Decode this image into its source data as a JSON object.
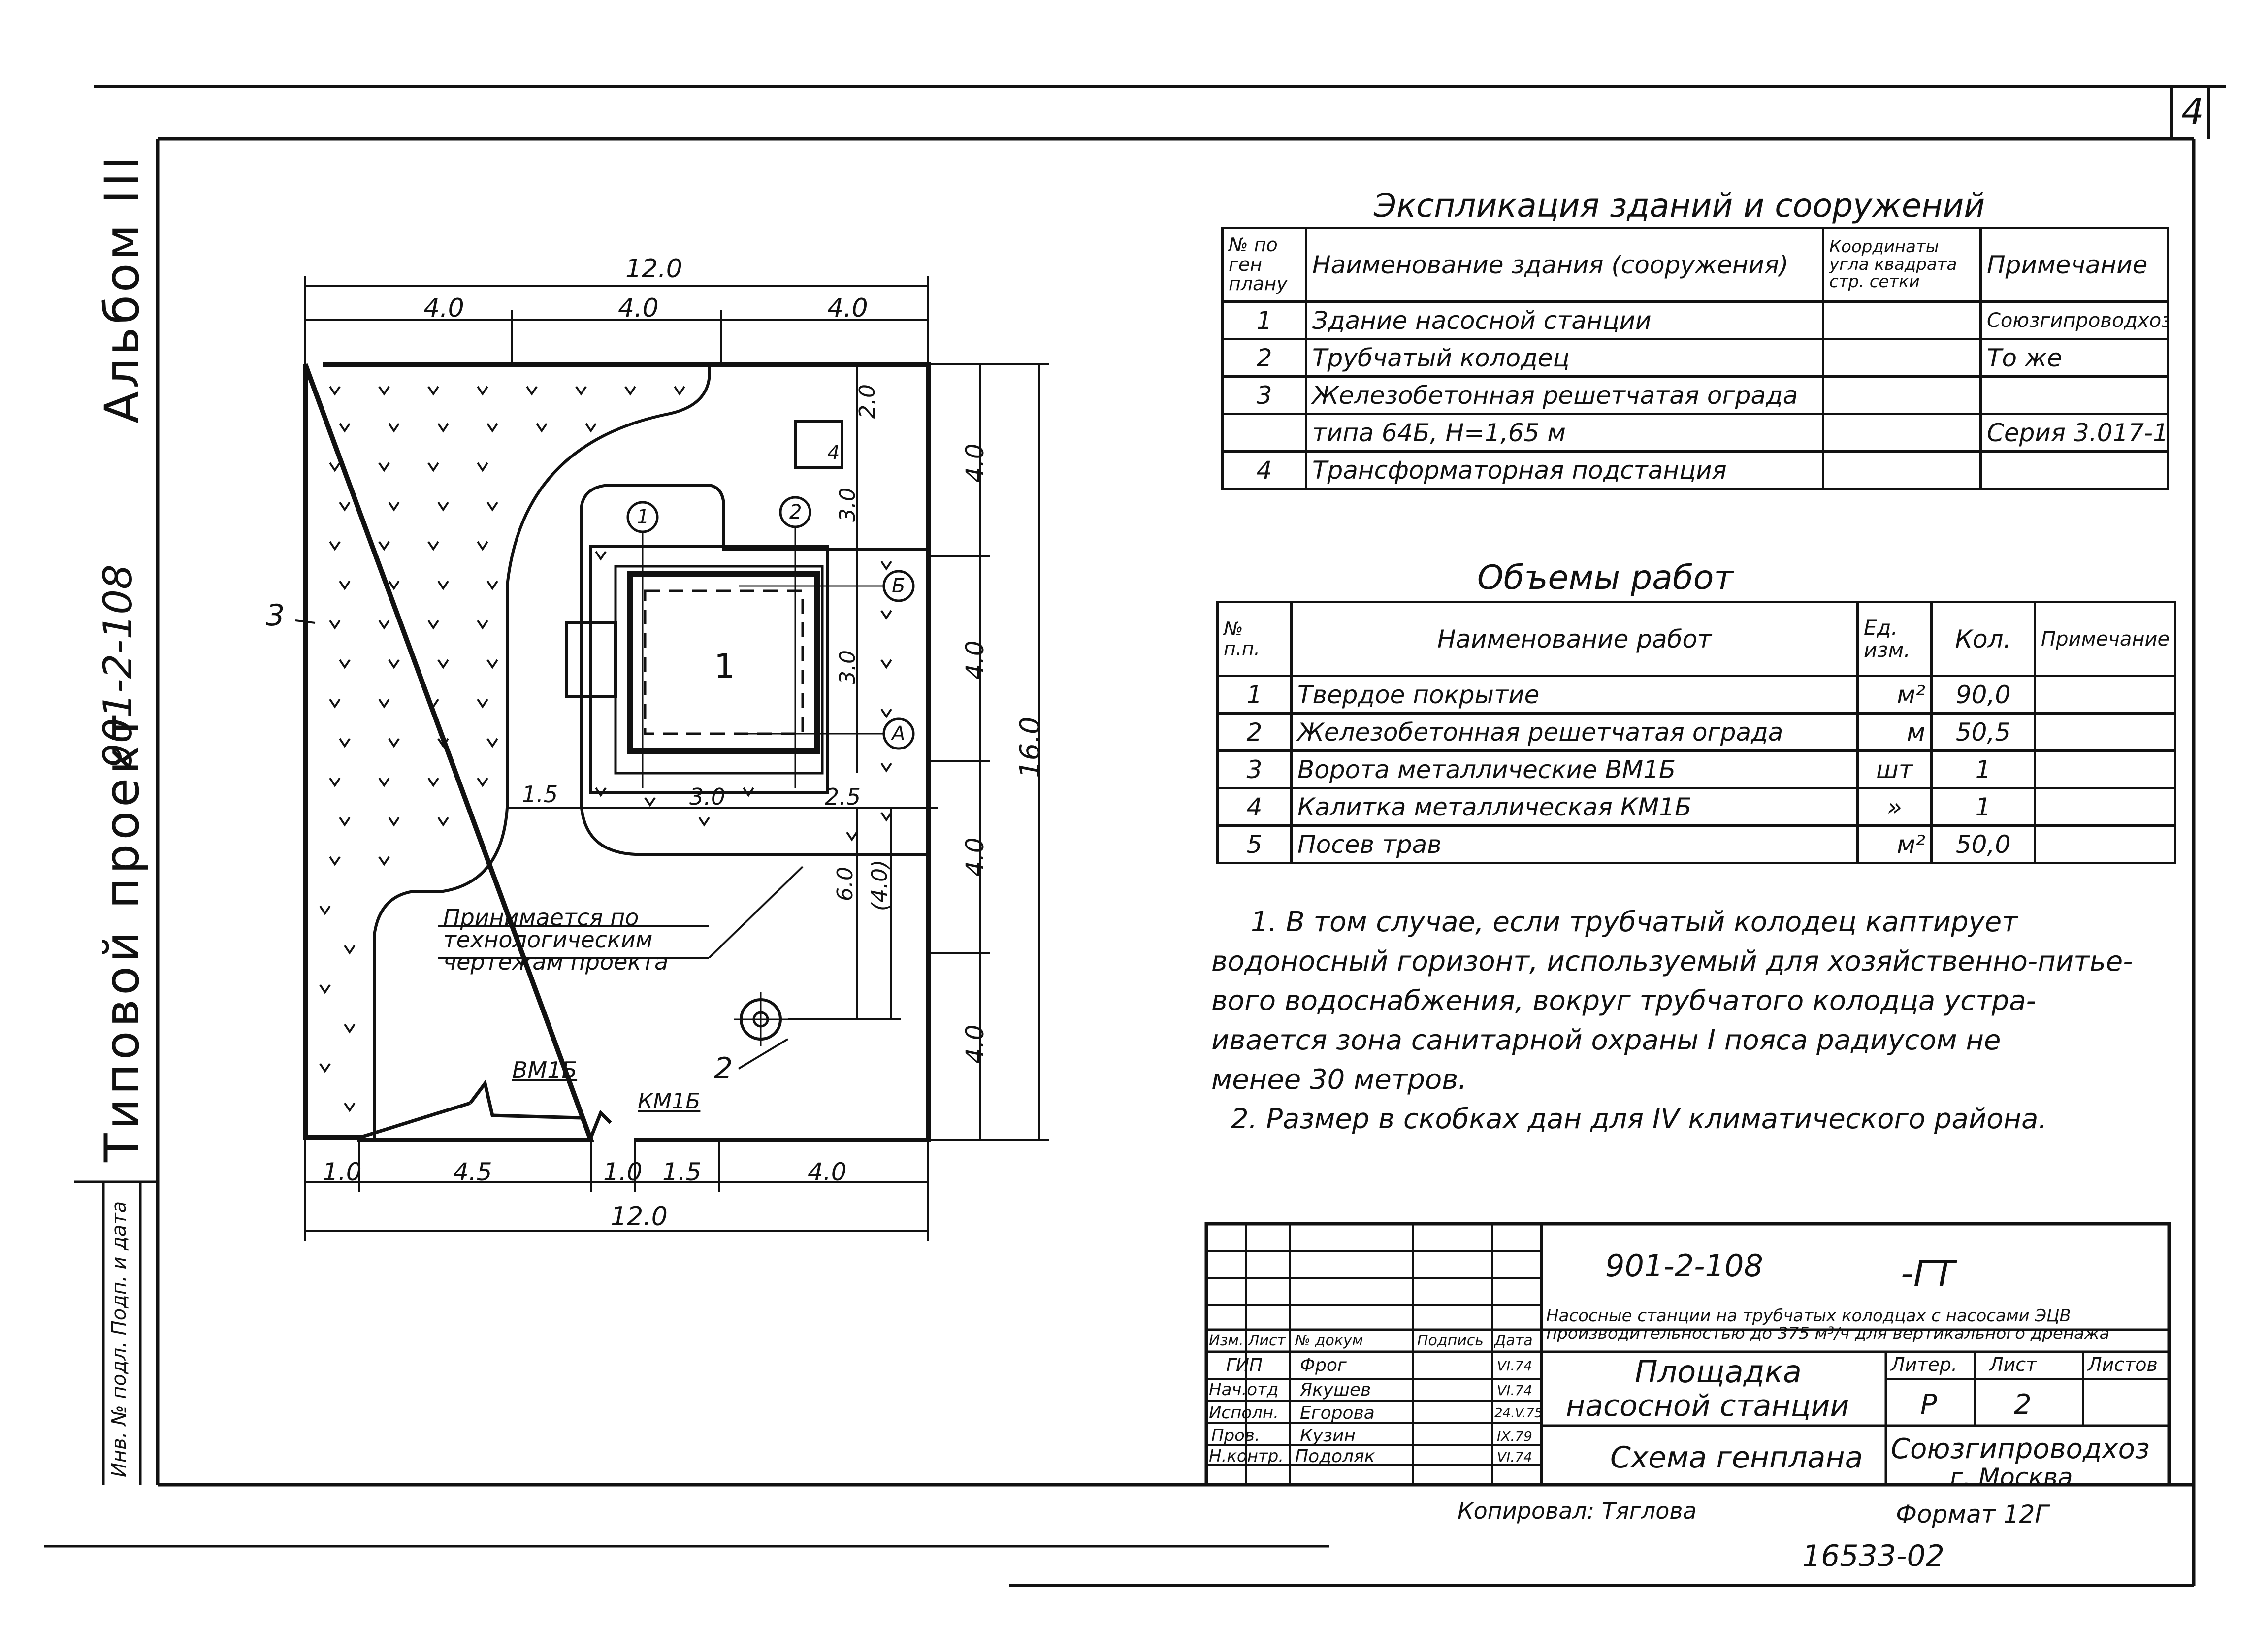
{
  "sheet_number": "4",
  "side_stamp": {
    "project": "Типовой проект",
    "code": "901-2-108",
    "album": "Альбом III",
    "field": "Инв. № подл. Подп. и дата"
  },
  "plan": {
    "dims": {
      "top_total": "12.0",
      "top_a": "4.0",
      "top_b": "4.0",
      "top_c": "4.0",
      "bottom_a": "1.0",
      "bottom_b": "4.5",
      "bottom_c": "1.0",
      "bottom_d": "1.5",
      "bottom_e": "4.0",
      "bottom_total": "12.0",
      "right_a": "4.0",
      "right_b": "4.0",
      "right_c": "4.0",
      "right_d": "4.0",
      "right_total": "16.0",
      "inner_20": "2.0",
      "inner_30a": "3.0",
      "inner_30b": "3.0",
      "inner_15": "1.5",
      "inner_30c": "3.0",
      "inner_25": "2.5",
      "inner_60": "6.0",
      "inner_40p": "(4.0)"
    },
    "labels": {
      "building": "1",
      "well": "2",
      "fence": "3",
      "transformer": "4",
      "axis1": "1",
      "axis2": "2",
      "axisB": "Б",
      "axisA": "А",
      "gate": "ВМ1Б",
      "wicket": "КМ1Б",
      "note_line1": "Принимается по",
      "note_line2": "технологическим",
      "note_line3": "чертежам проекта"
    }
  },
  "explication": {
    "title": "Экспликация зданий и сооружений",
    "headers": [
      "№ по ген плану",
      "Наименование здания (сооружения)",
      "Координаты угла квадрата стр. сетки",
      "Примечание"
    ],
    "rows": [
      {
        "n": "1",
        "name": "Здание насосной станции",
        "coord": "",
        "note": "Союзгипроводхоз"
      },
      {
        "n": "2",
        "name": "Трубчатый колодец",
        "coord": "",
        "note": "То же"
      },
      {
        "n": "3",
        "name": "Железобетонная решетчатая ограда",
        "coord": "",
        "note": ""
      },
      {
        "n": "",
        "name": "типа 64Б, Н=1,65 м",
        "coord": "",
        "note": "Серия 3.017-1"
      },
      {
        "n": "4",
        "name": "Трансформаторная подстанция",
        "coord": "",
        "note": ""
      }
    ]
  },
  "volumes": {
    "title": "Объемы работ",
    "headers": [
      "№ п.п.",
      "Наименование работ",
      "Ед. изм.",
      "Кол.",
      "Примечание"
    ],
    "rows": [
      {
        "n": "1",
        "name": "Твердое покрытие",
        "unit": "м²",
        "qty": "90,0",
        "note": ""
      },
      {
        "n": "2",
        "name": "Железобетонная решетчатая ограда",
        "unit": "м",
        "qty": "50,5",
        "note": ""
      },
      {
        "n": "3",
        "name": "Ворота металлические ВМ1Б",
        "unit": "шт",
        "qty": "1",
        "note": ""
      },
      {
        "n": "4",
        "name": "Калитка металлическая КМ1Б",
        "unit": "»",
        "qty": "1",
        "note": ""
      },
      {
        "n": "5",
        "name": "Посев трав",
        "unit": "м²",
        "qty": "50,0",
        "note": ""
      }
    ]
  },
  "notes": [
    "1. В том случае, если трубчатый колодец каптирует",
    "водоносный горизонт, используемый для хозяйственно-питье-",
    "вого водоснабжения, вокруг трубчатого колодца устра-",
    "ивается зона санитарной охраны I пояса радиусом не",
    "менее 30 метров.",
    "2. Размер в скобках дан для IV климатического района."
  ],
  "title_block": {
    "code": "901-2-108",
    "mark": "-ГТ",
    "description": "Насосные станции на трубчатых колодцах с насосами ЭЦВ производительностью до 375 м³/ч для вертикального дренажа",
    "header_cells": [
      "Изм.",
      "Лист",
      "№ докум",
      "Подпись",
      "Дата"
    ],
    "people": [
      {
        "role": "ГИП",
        "name": "Фрог",
        "date": "VI.74"
      },
      {
        "role": "Нач.отд",
        "name": "Якушев",
        "date": "VI.74"
      },
      {
        "role": "Исполн.",
        "name": "Егорова",
        "date": "24.V.75"
      },
      {
        "role": "Пров.",
        "name": "Кузин",
        "date": "IX.79"
      },
      {
        "role": "Н.контр.",
        "name": "Подоляк",
        "date": "VI.74"
      }
    ],
    "sheet_title_1": "Площадка",
    "sheet_title_2": "насосной станции",
    "sheet_subtitle": "Схема генплана",
    "liter_label": "Литер.",
    "sheet_label": "Лист",
    "sheets_label": "Листов",
    "liter_value": "Р",
    "sheet_value": "2",
    "org_1": "Союзгипроводхоз",
    "org_2": "г. Москва",
    "copied": "Копировал: Тяглова",
    "format": "Формат 12Г",
    "inventory": "16533-02"
  }
}
